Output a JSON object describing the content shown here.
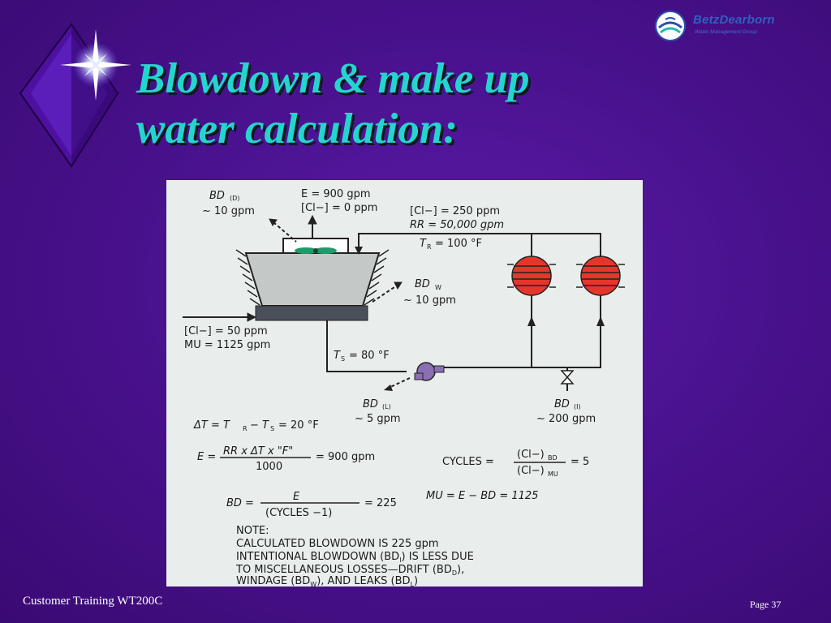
{
  "logo": {
    "name": "BetzDearborn",
    "subtitle": "Water Management Group",
    "icon": "betzdearborn-logo-icon"
  },
  "decoration": {
    "icon": "star-diamond-icon"
  },
  "title": {
    "line1": "Blowdown & make up",
    "line2": "water calculation:"
  },
  "figure": {
    "labels": {
      "bd_d": "BD",
      "bd_d_sub": "(D)",
      "bd_d_flow": "~ 10 gpm",
      "evap": "E = 900 gpm",
      "evap_cl": "[Cl−] = 0 ppm",
      "return_cl": "[Cl−] = 250 ppm",
      "rr": "RR = 50,000 gpm",
      "tr": "T",
      "tr_sub": "R",
      "tr_val": "= 100 °F",
      "bd_w": "BD",
      "bd_w_sub": "W",
      "bd_w_flow": "~ 10 gpm",
      "mu_cl": "[Cl−] = 50 ppm",
      "mu": "MU = 1125 gpm",
      "ts": "T",
      "ts_sub": "S",
      "ts_val": "= 80 °F",
      "bd_l": "BD",
      "bd_l_sub": "(L)",
      "bd_l_flow": "~ 5 gpm",
      "bd_i": "BD",
      "bd_i_sub": "(I)",
      "bd_i_flow": "~ 200 gpm"
    },
    "equations": {
      "delta_t": "ΔT = T",
      "delta_t_r": "R",
      "delta_t_mid": "− T",
      "delta_t_s": "S",
      "delta_t_end": "= 20 °F",
      "e_lhs": "E =",
      "e_num": "RR x ΔT x \"F\"",
      "e_den": "1000",
      "e_rhs": "= 900 gpm",
      "cycles_lhs": "CYCLES =",
      "cycles_num": "(Cl−)",
      "cycles_num_sub": "BD",
      "cycles_den": "(Cl−)",
      "cycles_den_sub": "MU",
      "cycles_rhs": "= 5",
      "bd_lhs": "BD =",
      "bd_num": "E",
      "bd_den": "(CYCLES −1)",
      "bd_rhs": "= 225",
      "mu_eq": "MU = E − BD = 1125"
    },
    "note": {
      "heading": "NOTE:",
      "line1": "CALCULATED BLOWDOWN IS 225 gpm",
      "line2": "INTENTIONAL BLOWDOWN (BD",
      "line2_sub": "I",
      "line2_end": ") IS LESS DUE",
      "line3": "TO MISCELLANEOUS LOSSES—DRIFT (BD",
      "line3_sub": "D",
      "line3_end": "),",
      "line4": "WINDAGE (BD",
      "line4_sub": "W",
      "line4_mid": "), AND LEAKS (BD",
      "line4_sub2": "L",
      "line4_end": ")"
    }
  },
  "footer": {
    "left": "Customer Training WT200C",
    "right": "Page 37"
  }
}
